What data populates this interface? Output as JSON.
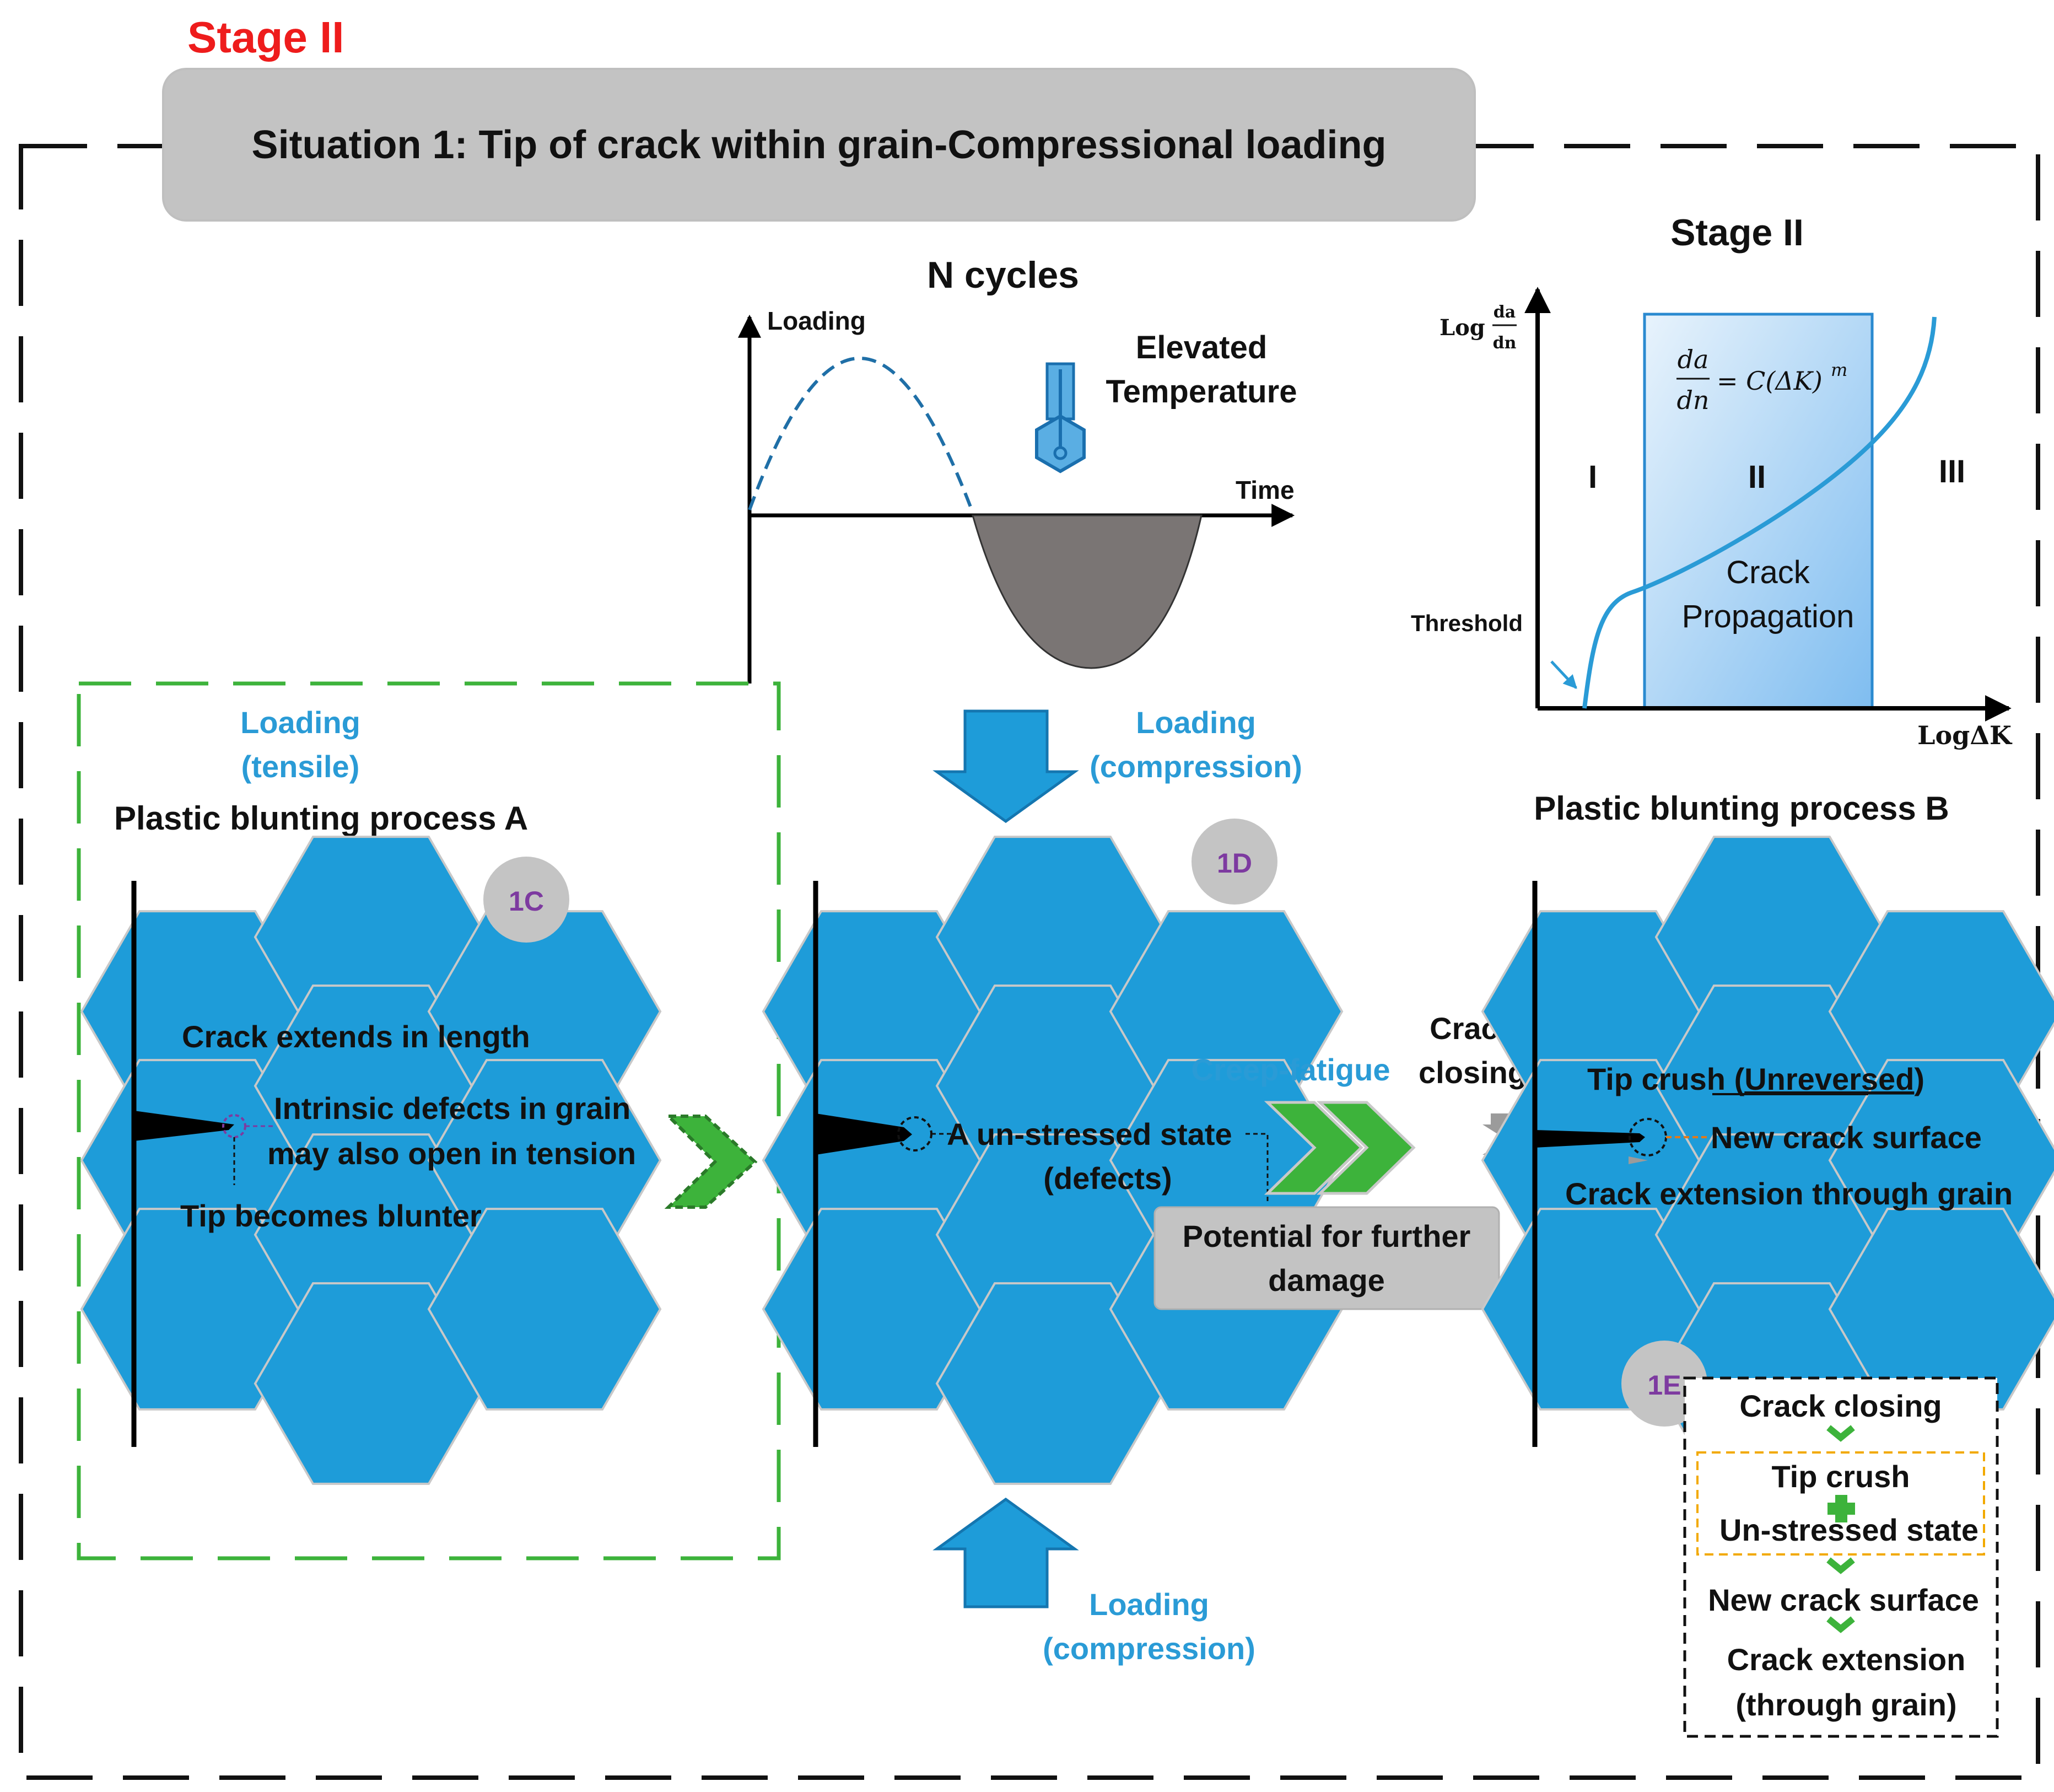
{
  "stage_label": "Stage II",
  "situation_title": "Situation 1: Tip of crack within grain-Compressional loading",
  "load_chart": {
    "title": "N cycles",
    "y_label": "Loading",
    "x_label": "Time",
    "temperature_label_1": "Elevated",
    "temperature_label_2": "Temperature"
  },
  "paris_chart": {
    "title": "Stage II",
    "y_label_prefix": "Log",
    "y_label_num": "da",
    "y_label_den": "dn",
    "x_label": "LogΔK",
    "formula_num": "da",
    "formula_den": "dn",
    "formula_rhs": "= C(ΔK)",
    "formula_exp": "m",
    "region_1": "I",
    "region_2": "II",
    "region_3": "III",
    "region_2_desc_1": "Crack",
    "region_2_desc_2": "Propagation",
    "threshold_label": "Threshold"
  },
  "panel_a": {
    "loading_1": "Loading",
    "loading_2": "(tensile)",
    "title": "Plastic blunting process A",
    "badge": "1C",
    "note_length": "Crack extends in length",
    "note_defects_1": "Intrinsic defects in grain",
    "note_defects_2": "may also open in tension",
    "note_tip": "Tip becomes blunter"
  },
  "panel_d": {
    "loading_top_1": "Loading",
    "loading_top_2": "(compression)",
    "loading_bottom_1": "Loading",
    "loading_bottom_2": "(compression)",
    "badge": "1D",
    "note_state_1": "A un-stressed state",
    "note_state_2": "(defects)",
    "creep_label": "Creep-fatigue",
    "damage_1": "Potential for further",
    "damage_2": "damage"
  },
  "panel_b": {
    "closing_1": "Crack",
    "closing_2": "closing",
    "title": "Plastic blunting process B",
    "badge": "1E",
    "tip_crush_prefix": "Tip crush (",
    "tip_crush_underlined": "Unreversed",
    "tip_crush_suffix": ")",
    "new_surface": "New crack surface",
    "extension": "Crack extension through grain"
  },
  "flow": {
    "step_1": "Crack closing",
    "step_2a": "Tip crush",
    "step_2b": "Un-stressed state",
    "step_3": "New crack surface",
    "step_4a": "Crack extension",
    "step_4b": "(through grain)"
  },
  "colors": {
    "red_title": "#ee1c1c",
    "grain_blue": "#1e9cd9",
    "grain_edge": "#c8c8c8",
    "label_blue": "#2a9bd6",
    "green": "#3db33b",
    "badge_gray": "#c4c4c4",
    "badge_text": "#7d3aa0",
    "title_box": "#c3c3c3",
    "shade": "#7a7574"
  }
}
